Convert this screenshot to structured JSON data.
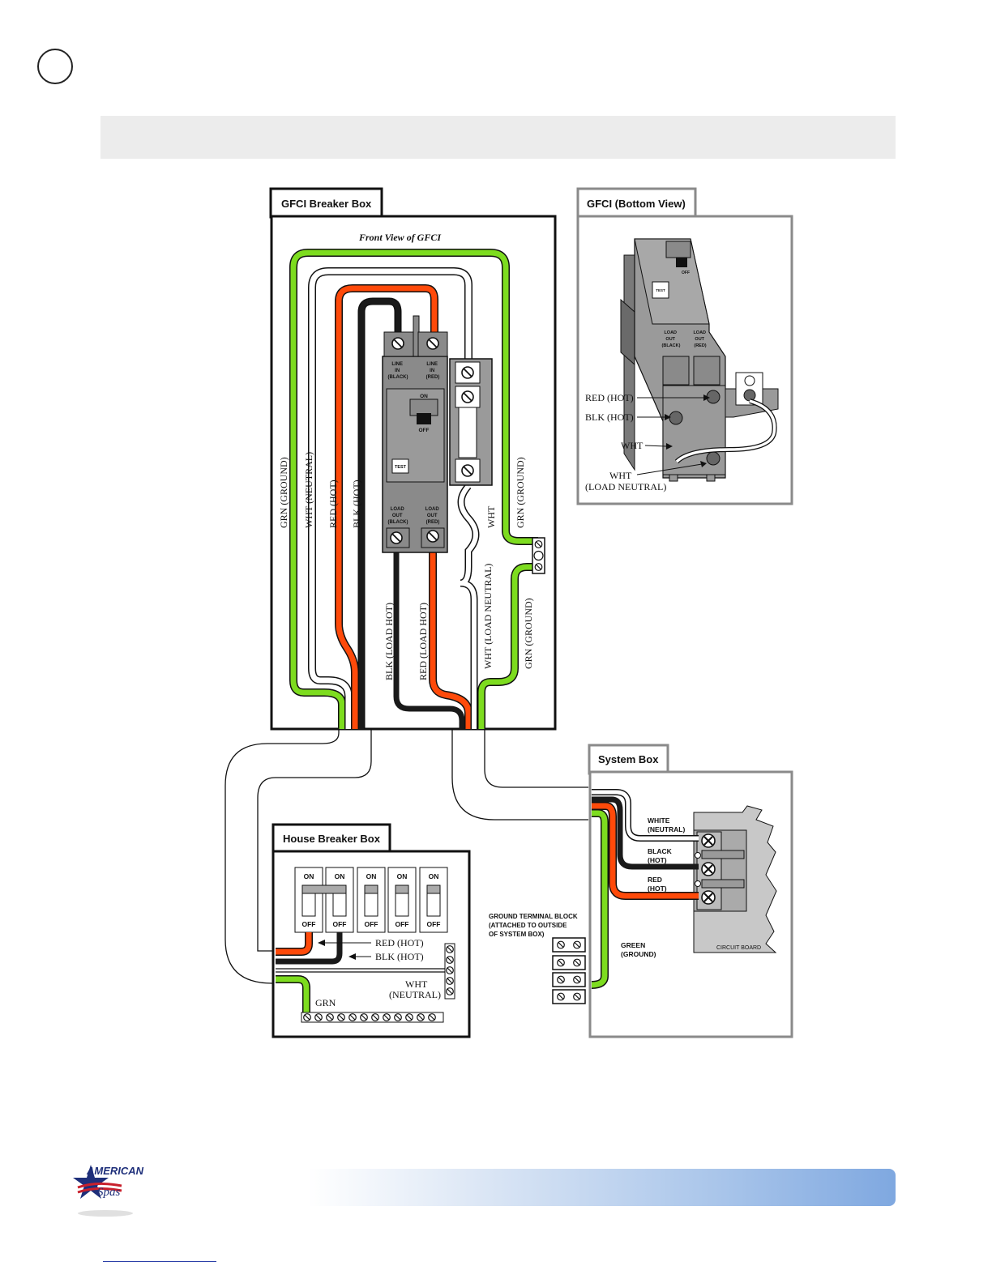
{
  "colors": {
    "ground": "#7ddc1f",
    "hot_red": "#ff4a0a",
    "hot_black": "#1a1a1a",
    "neutral_white": "#ffffff",
    "panel_gray": "#8a8a8a",
    "footer_blue": "#7fa8e0",
    "header_gray": "#ececec"
  },
  "logo": {
    "line1": "AMERICAN",
    "line2": "Spas"
  },
  "gfci_box": {
    "tab": "GFCI Breaker Box",
    "front_view": "Front View of GFCI",
    "line_in_black": [
      "LINE",
      "IN",
      "(BLACK)"
    ],
    "line_in_red": [
      "LINE",
      "IN",
      "(RED)"
    ],
    "on": "ON",
    "off": "OFF",
    "test": "TEST",
    "load_out_black": [
      "LOAD",
      "OUT",
      "(BLACK)"
    ],
    "load_out_red": [
      "LOAD",
      "OUT",
      "(RED)"
    ],
    "labels": {
      "grn_ground_left": "GRN (GROUND)",
      "wht_neutral": "WHT (NEUTRAL)",
      "red_hot": "RED (HOT)",
      "blk_hot": "BLK (HOT)",
      "wht": "WHT",
      "grn_ground_right": "GRN (GROUND)",
      "blk_load_hot": "BLK (LOAD HOT)",
      "red_load_hot": "RED (LOAD HOT)",
      "wht_load_neutral": "WHT (LOAD NEUTRAL)",
      "grn_ground_bottom": "GRN (GROUND)"
    }
  },
  "gfci_bottom": {
    "tab": "GFCI (Bottom View)",
    "off": "OFF",
    "test": "TEST",
    "load_out_black": [
      "LOAD",
      "OUT",
      "(BLACK)"
    ],
    "load_out_red": [
      "LOAD",
      "OUT",
      "(RED)"
    ],
    "red_hot": "RED (HOT)",
    "blk_hot": "BLK (HOT)",
    "wht": "WHT",
    "wht_load_1": "WHT",
    "wht_load_2": "(LOAD NEUTRAL)"
  },
  "house_box": {
    "tab": "House Breaker Box",
    "breakers": [
      {
        "on": "ON",
        "off": "OFF"
      },
      {
        "on": "ON",
        "off": "OFF"
      },
      {
        "on": "ON",
        "off": "OFF"
      },
      {
        "on": "ON",
        "off": "OFF"
      },
      {
        "on": "ON",
        "off": "OFF"
      }
    ],
    "red_hot": "RED (HOT)",
    "blk_hot": "BLK (HOT)",
    "wht_1": "WHT",
    "wht_2": "(NEUTRAL)",
    "grn": "GRN"
  },
  "system_box": {
    "tab": "System Box",
    "white_1": "WHITE",
    "white_2": "(NEUTRAL)",
    "black_1": "BLACK",
    "black_2": "(HOT)",
    "red_1": "RED",
    "red_2": "(HOT)",
    "green_1": "GREEN",
    "green_2": "(GROUND)",
    "circuit_board": "CIRCUIT BOARD",
    "ground_block_1": "GROUND TERMINAL BLOCK",
    "ground_block_2": "(ATTACHED TO OUTSIDE",
    "ground_block_3": "OF SYSTEM BOX)"
  }
}
